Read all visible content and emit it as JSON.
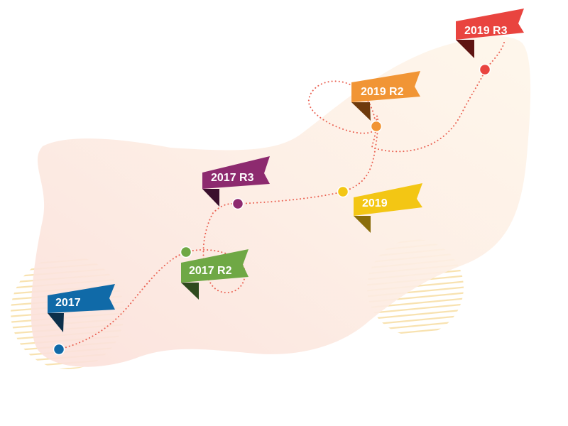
{
  "colors": {
    "blob_light": "#fef6ea",
    "blob_pink": "#fbe0da",
    "hatch": "#f8e2b0",
    "path": "#ea6253"
  },
  "milestones": [
    {
      "id": "2017",
      "label": "2017",
      "color": "#106aa8",
      "shadow": "#0c2f4a"
    },
    {
      "id": "2017-r2",
      "label": "2017 R2",
      "color": "#6fa845",
      "shadow": "#2e4a1e"
    },
    {
      "id": "2017-r3",
      "label": "2017 R3",
      "color": "#8d2a6f",
      "shadow": "#3a0f2c"
    },
    {
      "id": "2019",
      "label": "2019",
      "color": "#f3c614",
      "shadow": "#8a6d0a"
    },
    {
      "id": "2019-r2",
      "label": "2019 R2",
      "color": "#f19535",
      "shadow": "#6e3a0c"
    },
    {
      "id": "2019-r3",
      "label": "2019 R3",
      "color": "#e9443f",
      "shadow": "#5e1412"
    }
  ]
}
